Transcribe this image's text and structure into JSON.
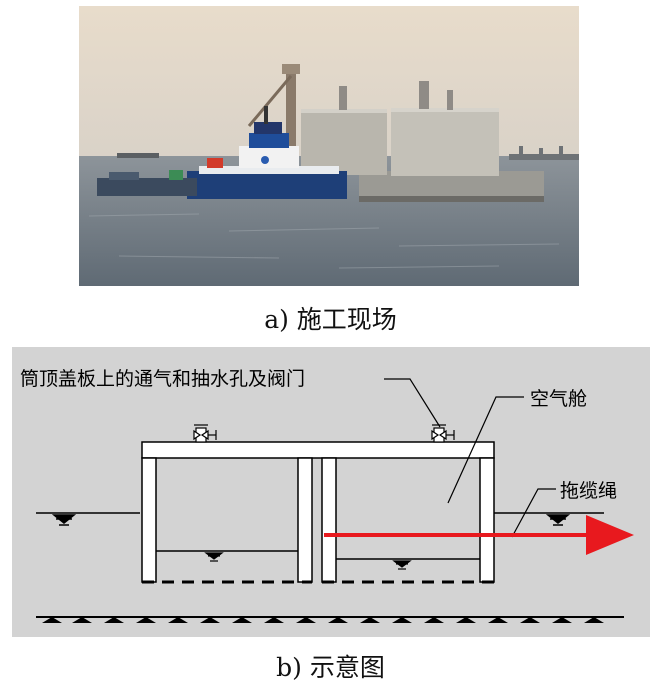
{
  "figure_a": {
    "caption": "a)  施工现场"
  },
  "figure_b": {
    "caption": "b)  示意图",
    "labels": {
      "vent_and_valve": "筒顶盖板上的通气和抽水孔及阀门",
      "air_chamber": "空气舱",
      "tow_rope": "拖缆绳"
    }
  },
  "colors": {
    "tow_rope": "#e8191e",
    "diagram_bg": "#d3d3d3",
    "sky": "#e0d6c8",
    "water": "#6f7a84"
  }
}
